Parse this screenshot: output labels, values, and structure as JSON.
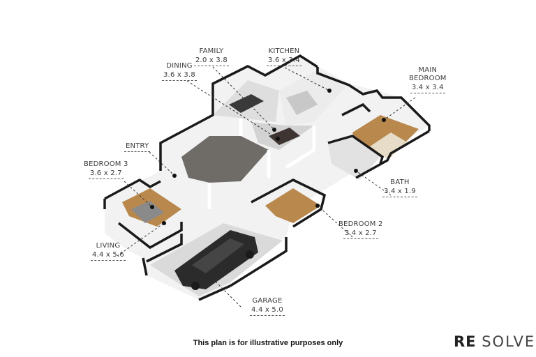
{
  "plan": {
    "title": "Floor plan",
    "colors": {
      "wall_top": "#1a1a1a",
      "wall_side": "#e6e6e6",
      "floor_tile": "#d9d9d9",
      "floor_carpet": "#6e6b68",
      "floor_wood": "#b8864b",
      "garage_floor": "#dcdcdc",
      "leader_line": "#333333"
    },
    "rooms": [
      {
        "name": "FAMILY",
        "dimensions": "2.0 x 3.8"
      },
      {
        "name": "KITCHEN",
        "dimensions": "3.6 x 3.4"
      },
      {
        "name": "DINING",
        "dimensions": "3.6 x 3.8"
      },
      {
        "name": "MAIN BEDROOM",
        "name_line1": "MAIN",
        "name_line2": "BEDROOM",
        "dimensions": "3.4 x 3.4"
      },
      {
        "name": "ENTRY",
        "dimensions": ""
      },
      {
        "name": "BEDROOM 3",
        "dimensions": "3.6 x 2.7"
      },
      {
        "name": "BATH",
        "dimensions": "3.4 x 1.9"
      },
      {
        "name": "BEDROOM 2",
        "dimensions": "3.4 x 2.7"
      },
      {
        "name": "LIVING",
        "dimensions": "4.4 x 5.6"
      },
      {
        "name": "GARAGE",
        "dimensions": "4.4 x 5.0"
      }
    ]
  },
  "footer": {
    "disclaimer": "This plan is for illustrative purposes only"
  },
  "brand": {
    "logo_part1": "RE",
    "logo_part2": "SOLVE"
  }
}
